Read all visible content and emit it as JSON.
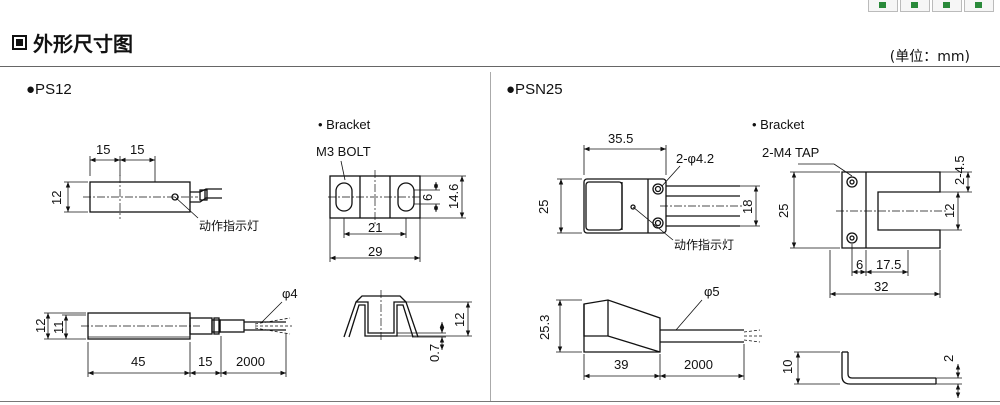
{
  "header": {
    "title": "外形尺寸图",
    "unit": "(单位：mm)"
  },
  "ps12": {
    "model": "●PS12",
    "bracket_label": "• Bracket",
    "bolt_label": "M3 BOLT",
    "indicator_label": "动作指示灯",
    "dims": {
      "top_w1": "15",
      "top_w2": "15",
      "top_h": "12",
      "side_h_outer": "12",
      "side_h_inner": "11",
      "len_body": "45",
      "len_neck": "15",
      "len_cable": "2000",
      "cable_dia": "φ4",
      "br_inner": "21",
      "br_outer": "29",
      "br_hole": "6",
      "br_h": "14.6",
      "br_side_h": "12",
      "br_thk": "0.7"
    }
  },
  "psn25": {
    "model": "●PSN25",
    "bracket_label": "• Bracket",
    "tap_label": "2-M4 TAP",
    "hole_label": "2-φ4.2",
    "indicator_label": "动作指示灯",
    "dims": {
      "top_w": "35.5",
      "top_h": "25",
      "slot_h": "18",
      "side_h": "25.3",
      "len_body": "39",
      "len_cable": "2000",
      "cable_dia": "φ5",
      "br_h": "25",
      "br_w1": "6",
      "br_w2": "17.5",
      "br_w": "32",
      "br_top": "2-4.5",
      "br_slot": "12",
      "br_side_h": "10",
      "br_thk": "2"
    }
  }
}
